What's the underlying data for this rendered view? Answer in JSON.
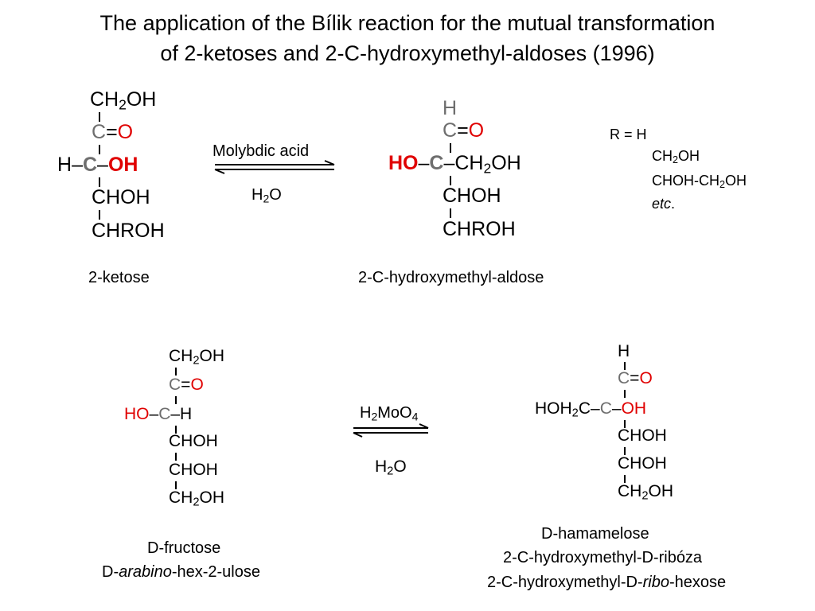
{
  "title": {
    "line1": "The application of the Bílik reaction for the mutual transformation",
    "line2": "of 2-ketoses and 2-C-hydroxymethyl-aldoses (1996)"
  },
  "top_reaction": {
    "ketose": {
      "row1": "CH2OH",
      "row2_c": "C",
      "row2_eq": "=",
      "row2_o": "O",
      "row3_h": "H",
      "row3_c": "C",
      "row3_oh": "OH",
      "row4": "CHOH",
      "row5": "CHROH",
      "name": "2-ketose"
    },
    "arrow_top": "Molybdic acid",
    "arrow_bottom": "H2O",
    "aldose": {
      "row1": "H",
      "row2_c": "C",
      "row2_eq": "=",
      "row2_o": "O",
      "row3_ho": "HO",
      "row3_c": "C",
      "row3_r": "CH2OH",
      "row4": "CHOH",
      "row5": "CHROH",
      "name": "2-C-hydroxymethyl-aldose"
    },
    "r_definition": {
      "line1": "R = H",
      "line2": "CH2OH",
      "line3": "CHOH-CH2OH",
      "line4": "etc."
    }
  },
  "bottom_reaction": {
    "fructose": {
      "row1": "CH2OH",
      "row2_c": "C",
      "row2_eq": "=",
      "row2_o": "O",
      "row3_ho": "HO",
      "row3_c": "C",
      "row3_h": "H",
      "row4": "CHOH",
      "row5": "CHOH",
      "row6": "CH2OH",
      "name1": "D-fructose",
      "name2_prefix": "D-",
      "name2_italic": "arabino",
      "name2_suffix": "-hex-2-ulose"
    },
    "arrow_top": "H2MoO4",
    "arrow_bottom": "H2O",
    "hamamelose": {
      "row1": "H",
      "row2_c": "C",
      "row2_eq": "=",
      "row2_o": "O",
      "row3_left": "HOH2C",
      "row3_c": "C",
      "row3_oh": "OH",
      "row4": "CHOH",
      "row5": "CHOH",
      "row6": "CH2OH",
      "name1": "D-hamamelose",
      "name2": "2-C-hydroxymethyl-D-ribóza",
      "name3_prefix": "2-C-hydroxymethyl-D-",
      "name3_italic": "ribo",
      "name3_suffix": "-hexose"
    }
  },
  "colors": {
    "oxygen_highlight": "#e00000",
    "carbon_highlight": "#6e6e6e",
    "text": "#000000"
  }
}
